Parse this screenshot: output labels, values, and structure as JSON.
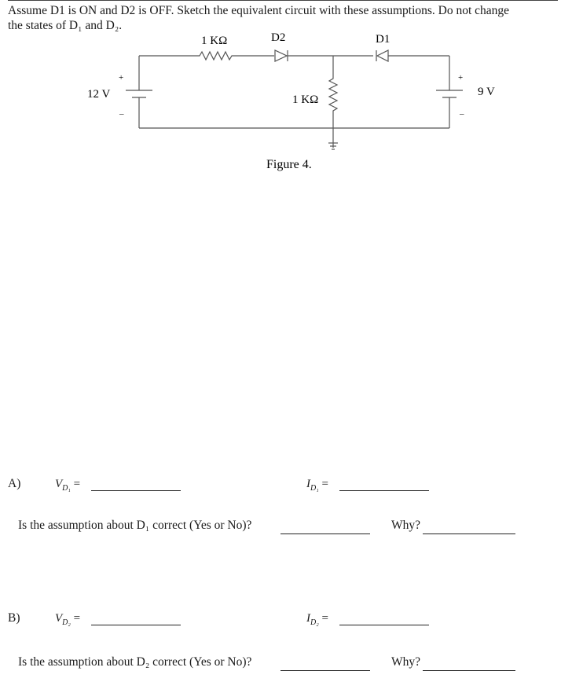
{
  "intro": {
    "line1": "Assume D1 is ON and D2 is OFF. Sketch the equivalent circuit with these assumptions. Do not change",
    "line2": "the states of D₁ and D₂."
  },
  "circuit": {
    "r1_label": "1 KΩ",
    "d2_label": "D2",
    "d1_label": "D1",
    "v1_label": "12 V",
    "v2_label": "9 V",
    "r2_label": "1 KΩ",
    "plus": "+",
    "minus": "–",
    "caption": "Figure 4."
  },
  "part_a": {
    "letter": "A)",
    "v_var": "V",
    "v_sub": "D₁",
    "i_var": "I",
    "i_sub": "D₁",
    "equals": "=",
    "question": "Is the assumption about D₁ correct (Yes or No)?",
    "why": "Why?"
  },
  "part_b": {
    "letter": "B)",
    "v_var": "V",
    "v_sub": "D₂",
    "i_var": "I",
    "i_sub": "D₂",
    "equals": "=",
    "question": "Is the assumption about D₂ correct (Yes or No)?",
    "why": "Why?"
  }
}
